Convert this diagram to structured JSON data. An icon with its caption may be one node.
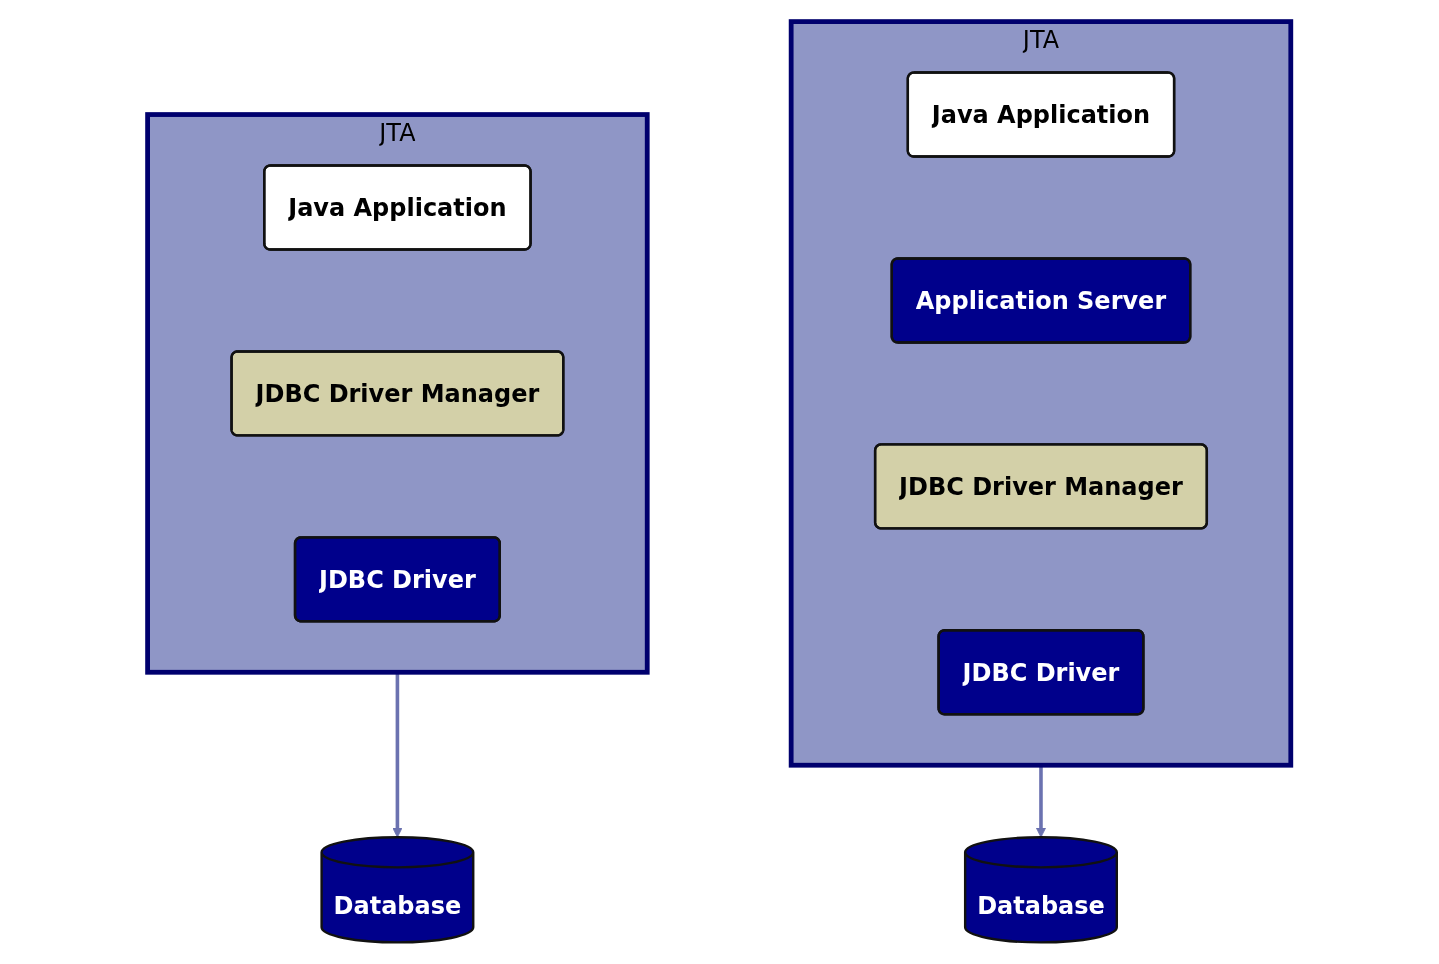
{
  "diagram": {
    "nodes": [
      {
        "text": [
          "JTA"
        ]
      },
      {
        "text": [
          "Java Application"
        ],
        "in": 0
      },
      {
        "text": [
          "JDBC Driver Manager"
        ],
        "in": 0
      },
      {
        "text": [
          "JDBC Driver"
        ],
        "in": 0
      },
      {
        "text": [
          "Database"
        ]
      },
      {
        "text": [
          "JTA"
        ]
      },
      {
        "text": [
          "Java Application"
        ],
        "in": 5
      },
      {
        "text": [
          "Application Server"
        ],
        "in": 5
      },
      {
        "text": [
          "JDBC Driver Manager"
        ],
        "in": 5
      },
      {
        "text": [
          "JDBC Driver"
        ],
        "in": 5
      },
      {
        "text": [
          "Database"
        ]
      }
    ],
    "edges": [
      {
        "from": 0,
        "to": 4,
        "arrow": "to"
      },
      {
        "from": 5,
        "to": 10,
        "arrow": "to"
      }
    ]
  }
}
